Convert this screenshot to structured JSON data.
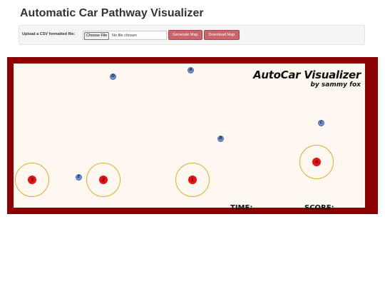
{
  "page": {
    "title": "Automatic Car Pathway Visualizer"
  },
  "upload": {
    "label": "Upload a CSV formatted file:",
    "choose_button": "Choose File",
    "file_status": "No file chosen",
    "generate_button": "Generate Map",
    "download_button": "Download Map"
  },
  "map": {
    "brand_title": "AutoCar Visualizer",
    "brand_subtitle": "by sammy fox",
    "time_label": "TIME:",
    "score_label": "SCORE:",
    "waypoints": [
      {
        "label": "A"
      },
      {
        "label": "B"
      },
      {
        "label": "C"
      },
      {
        "label": "D"
      },
      {
        "label": "E"
      }
    ],
    "cars": [
      {
        "label": "1"
      },
      {
        "label": "2"
      },
      {
        "label": "3"
      },
      {
        "label": "4"
      }
    ]
  },
  "colors": {
    "frame": "#8b0000",
    "canvas": "#fff8f0",
    "button": "#c9656b",
    "waypoint": "#6f8fcf",
    "car": "#e81010",
    "car_zone": "#e8a92a"
  }
}
